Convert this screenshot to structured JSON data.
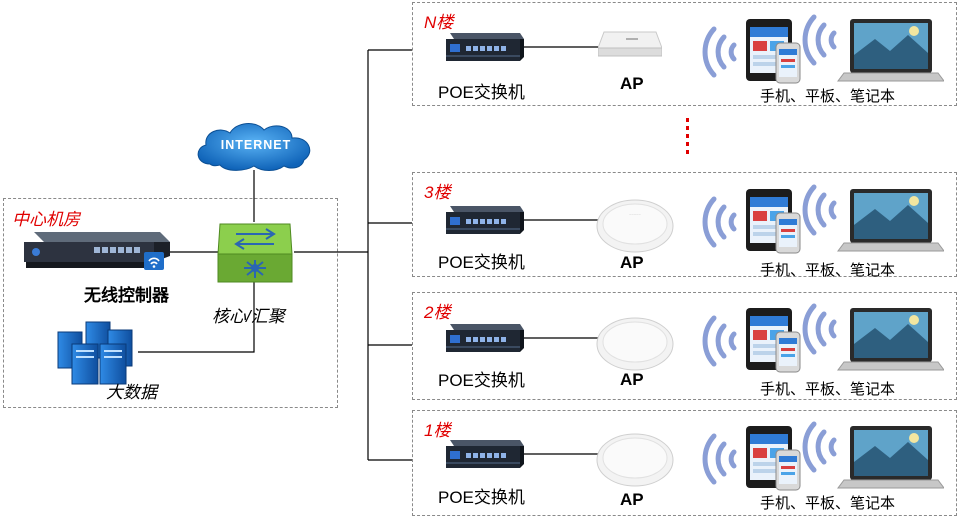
{
  "colors": {
    "dash_border": "#8a8a8a",
    "floor_label": "#e00000",
    "line": "#000000",
    "cloud": "#1d7fd6",
    "core_switch": "#78b83a",
    "server": "#1a6fc8",
    "dots": "#e00000"
  },
  "center": {
    "title": "中心机房",
    "controller_label": "无线控制器",
    "core_label": "核心/汇聚",
    "bigdata_label": "大数据"
  },
  "internet": {
    "label": "INTERNET"
  },
  "floors": [
    {
      "name": "N楼",
      "switch_label": "POE交换机",
      "ap_label": "AP",
      "ap_style": "square",
      "devices_label": "手机、平板、笔记本"
    },
    {
      "name": "3楼",
      "switch_label": "POE交换机",
      "ap_label": "AP",
      "ap_style": "round",
      "devices_label": "手机、平板、笔记本"
    },
    {
      "name": "2楼",
      "switch_label": "POE交换机",
      "ap_label": "AP",
      "ap_style": "round",
      "devices_label": "手机、平板、笔记本"
    },
    {
      "name": "1楼",
      "switch_label": "POE交换机",
      "ap_label": "AP",
      "ap_style": "round",
      "devices_label": "手机、平板、笔记本"
    }
  ],
  "icons": {
    "cloud": "cloud-icon",
    "controller": "wireless-controller-icon",
    "core": "core-switch-icon",
    "servers": "server-cluster-icon",
    "poe": "poe-switch-icon",
    "ap": "access-point-icon",
    "wifi": "wifi-signal-icon",
    "tablet": "tablet-icon",
    "phone": "phone-icon",
    "laptop": "laptop-icon",
    "ellipsis": "vertical-ellipsis"
  }
}
